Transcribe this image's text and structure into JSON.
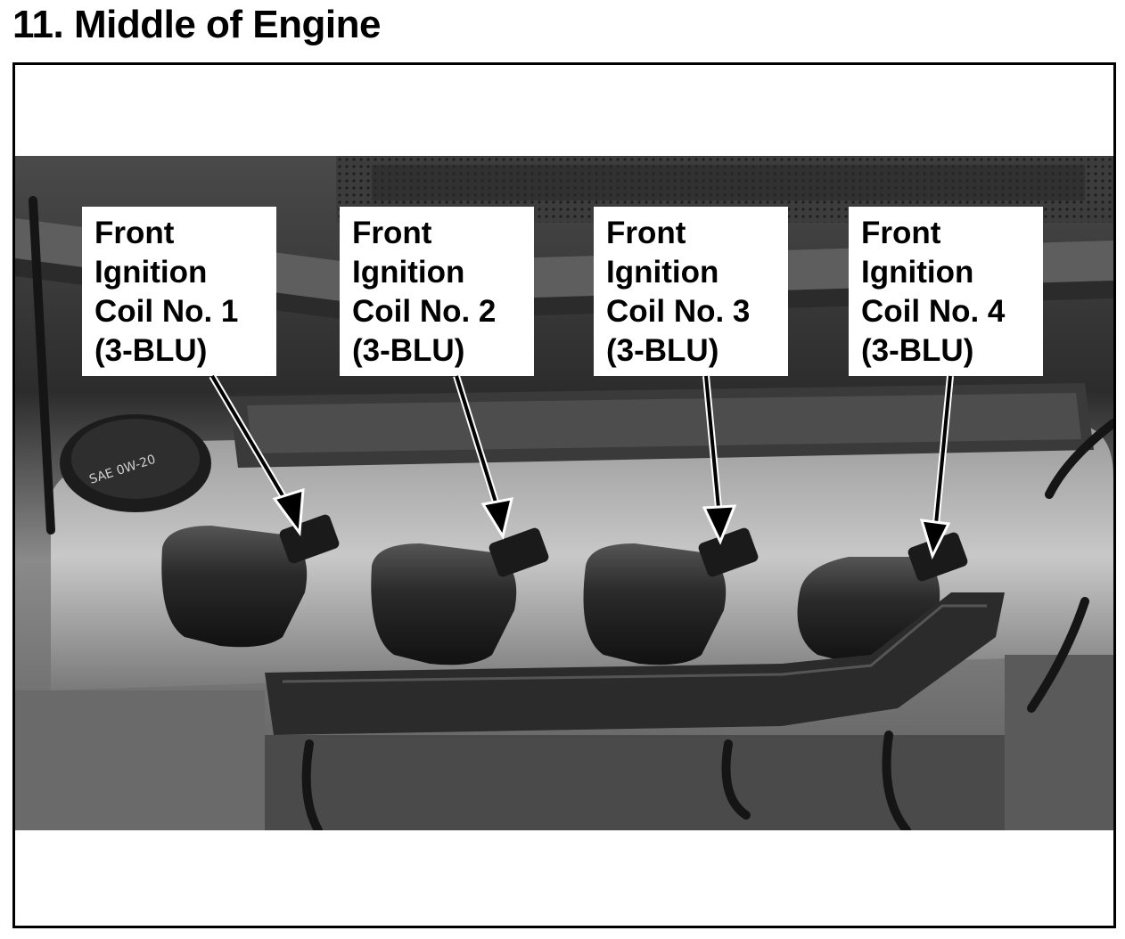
{
  "title": "11. Middle of Engine",
  "callouts": [
    {
      "line1": "Front",
      "line2": "Ignition",
      "line3": "Coil No. 1",
      "line4": "(3-BLU)"
    },
    {
      "line1": "Front",
      "line2": "Ignition",
      "line3": "Coil No. 2",
      "line4": "(3-BLU)"
    },
    {
      "line1": "Front",
      "line2": "Ignition",
      "line3": "Coil No. 3",
      "line4": "(3-BLU)"
    },
    {
      "line1": "Front",
      "line2": "Ignition",
      "line3": "Coil No. 4",
      "line4": "(3-BLU)"
    }
  ],
  "photo": {
    "oil_cap_text": "SAE 0W-20",
    "oil_cap_icon": "oil-filler-cap",
    "connector_color": "#1a1a1a"
  }
}
